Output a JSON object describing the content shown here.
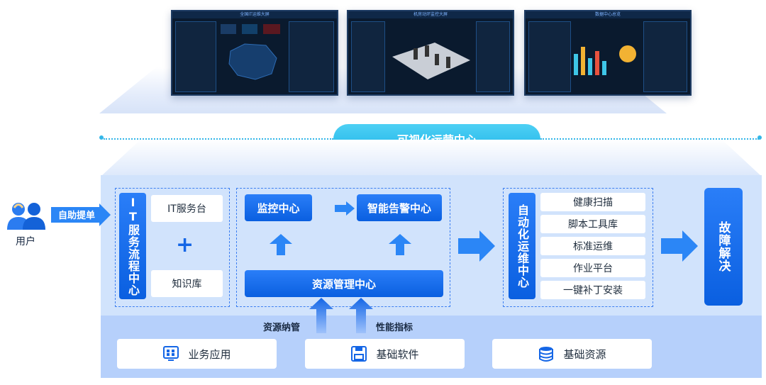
{
  "screens": [
    {
      "title": "全国IT运维大屏"
    },
    {
      "title": "机房动环监控大屏"
    },
    {
      "title": "数据中心总览"
    }
  ],
  "banner": {
    "label": "可视化运营中心"
  },
  "user": {
    "label": "用户",
    "request": "自助提单"
  },
  "it_service": {
    "title": "IT服务流程中心",
    "service_desk": "IT服务台",
    "plus": "+",
    "knowledge": "知识库"
  },
  "monitor": {
    "monitor_center": "监控中心",
    "alarm_center": "智能告警中心",
    "resource_center": "资源管理中心"
  },
  "automation": {
    "title": "自动化运维中心",
    "items": [
      "健康扫描",
      "脚本工具库",
      "标准运维",
      "作业平台",
      "一键补丁安装"
    ]
  },
  "fault": {
    "label": "故障解决"
  },
  "arrows": {
    "resource_intake": "资源纳管",
    "performance": "性能指标"
  },
  "bottom": {
    "business_app": "业务应用",
    "basic_software": "基础软件",
    "basic_resource": "基础资源"
  },
  "colors": {
    "primary": "#0a5fe0",
    "accent": "#20b5e9",
    "panel": "#d1e3fc"
  }
}
